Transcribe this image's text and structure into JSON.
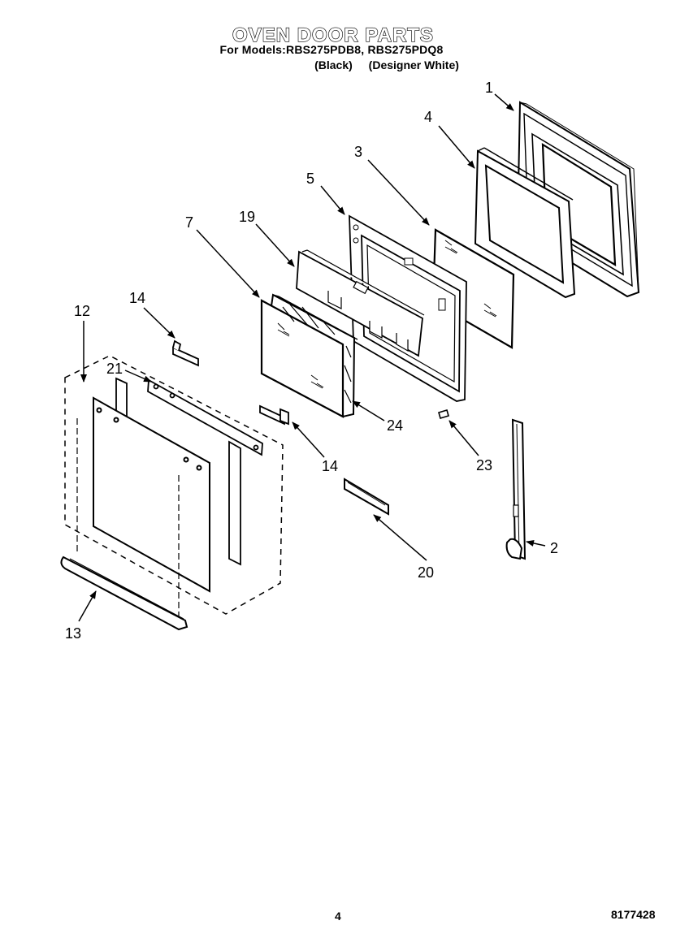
{
  "header": {
    "title": "OVEN DOOR PARTS",
    "models_line": "For Models:RBS275PDB8, RBS275PDQ8",
    "color_black": "(Black)",
    "color_white": "(Designer White)"
  },
  "callouts": {
    "c1": "1",
    "c2": "2",
    "c3": "3",
    "c4": "4",
    "c5": "5",
    "c7": "7",
    "c12": "12",
    "c13": "13",
    "c14a": "14",
    "c14b": "14",
    "c19": "19",
    "c20": "20",
    "c21": "21",
    "c23": "23",
    "c24": "24"
  },
  "footer": {
    "page_number": "4",
    "doc_number": "8177428"
  }
}
